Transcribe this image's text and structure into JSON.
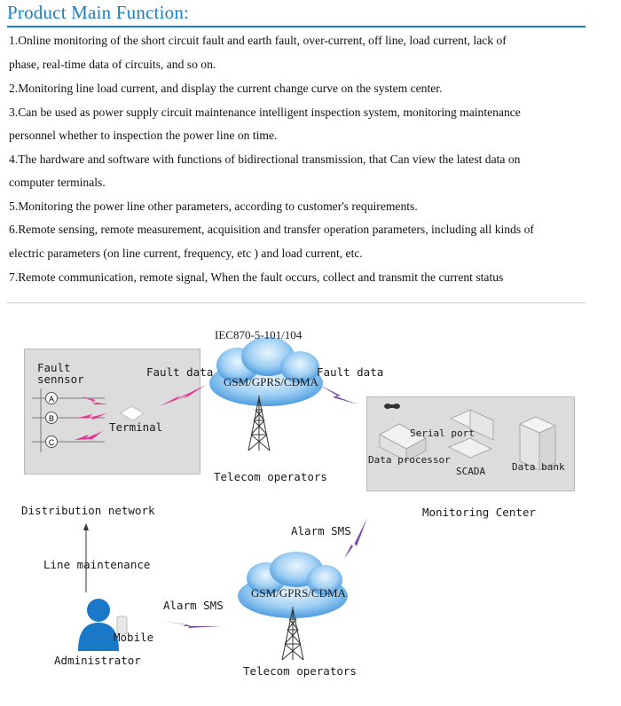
{
  "heading": "Product Main Function:",
  "lines": [
    "1.Online monitoring of the short circuit fault and earth fault, over-current, off line,  load current, lack of",
    "phase, real-time data of circuits, and so on.",
    "2.Monitoring line load current, and display the current change curve on the system center.",
    "3.Can be used as power supply circuit maintenance intelligent inspection system, monitoring maintenance",
    "personnel whether to inspection the power line on time.",
    "4.The hardware and software with functions of bidirectional transmission, that Can view the latest data on",
    "computer terminals.",
    "5.Monitoring the power line other parameters, according to customer's requirements.",
    "6.Remote sensing, remote measurement, acquisition and transfer operation parameters, including all kinds of",
    "electric parameters (on line current, frequency, etc ) and load current, etc.",
    "7.Remote communication, remote signal, When the fault occurs, collect and transmit the current status"
  ],
  "diagram": {
    "protocol": "IEC870-5-101/104",
    "fault_sensor": "Fault\nsennsor",
    "sensor_phases": [
      "A",
      "B",
      "C"
    ],
    "terminal": "Terminal",
    "fault_data_left": "Fault data",
    "fault_data_right": "Fault data",
    "network_top": "GSM/GPRS/CDMA",
    "network_bottom": "GSM/GPRS/CDMA",
    "telecom_top": "Telecom operators",
    "telecom_bottom": "Telecom operators",
    "serial_port": "Serial port",
    "data_processor": "Data processor",
    "scada": "SCADA",
    "data_bank": "Data bank",
    "distribution_network": "Distribution network",
    "monitoring_center": "Monitoring Center",
    "line_maintenance": "Line maintenance",
    "alarm_sms_right": "Alarm SMS",
    "alarm_sms_left": "Alarm SMS",
    "mobile": "Mobile",
    "administrator": "Administrator"
  },
  "colors": {
    "heading": "#1b7fc4",
    "cloud": "#5aa8e6",
    "lightning_pink": "#e5338f",
    "lightning_purple": "#7a4aa8",
    "panel": "#dcdcdc",
    "admin": "#1a78c8"
  }
}
